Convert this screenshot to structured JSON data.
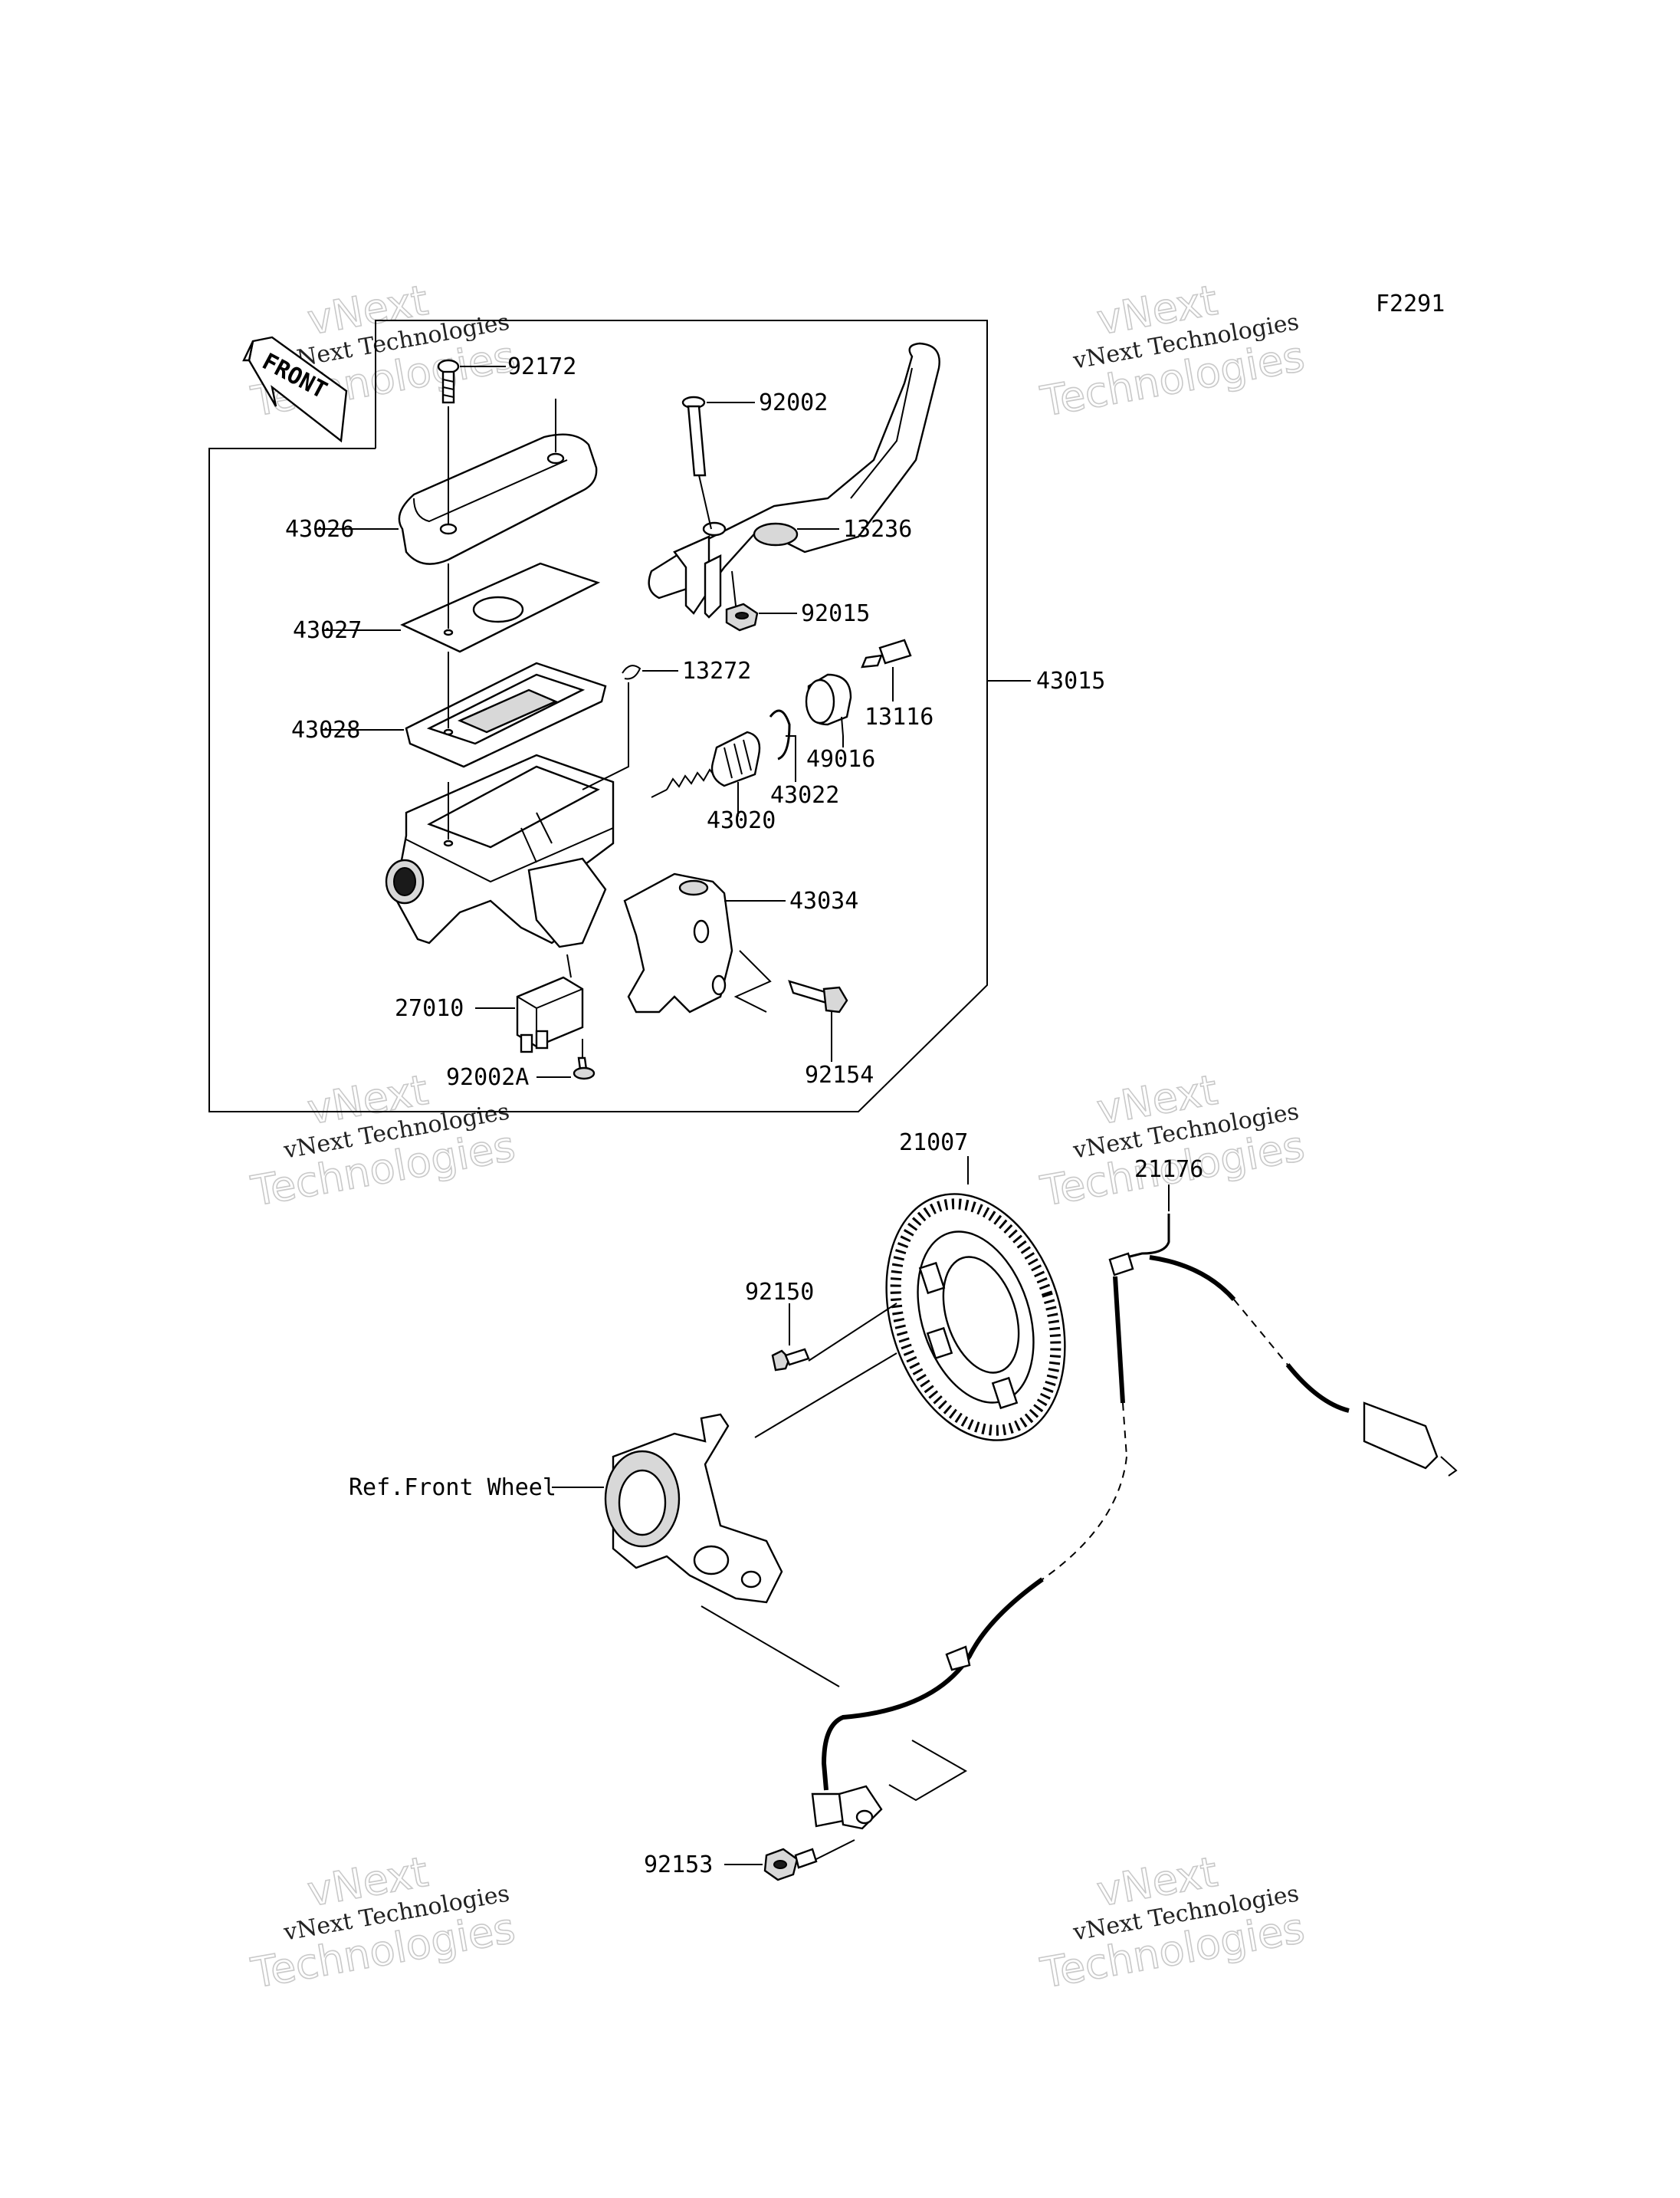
{
  "diagram_code": "F2291",
  "front_label": "FRONT",
  "assembly_label": "43015",
  "labels": {
    "p92172": "92172",
    "p43026": "43026",
    "p43027": "43027",
    "p43028": "43028",
    "p92002": "92002",
    "p13236": "13236",
    "p92015": "92015",
    "p13272": "13272",
    "p13116": "13116",
    "p49016": "49016",
    "p43022": "43022",
    "p43020": "43020",
    "p43034": "43034",
    "p27010": "27010",
    "p92002A": "92002A",
    "p92154": "92154",
    "p21007": "21007",
    "p21176": "21176",
    "p92150": "92150",
    "ref_front_wheel": "Ref.Front Wheel",
    "p92153": "92153"
  },
  "watermark": {
    "line_top": "vNext",
    "line_mid": "vNext Technologies",
    "line_big": "Technologies"
  }
}
